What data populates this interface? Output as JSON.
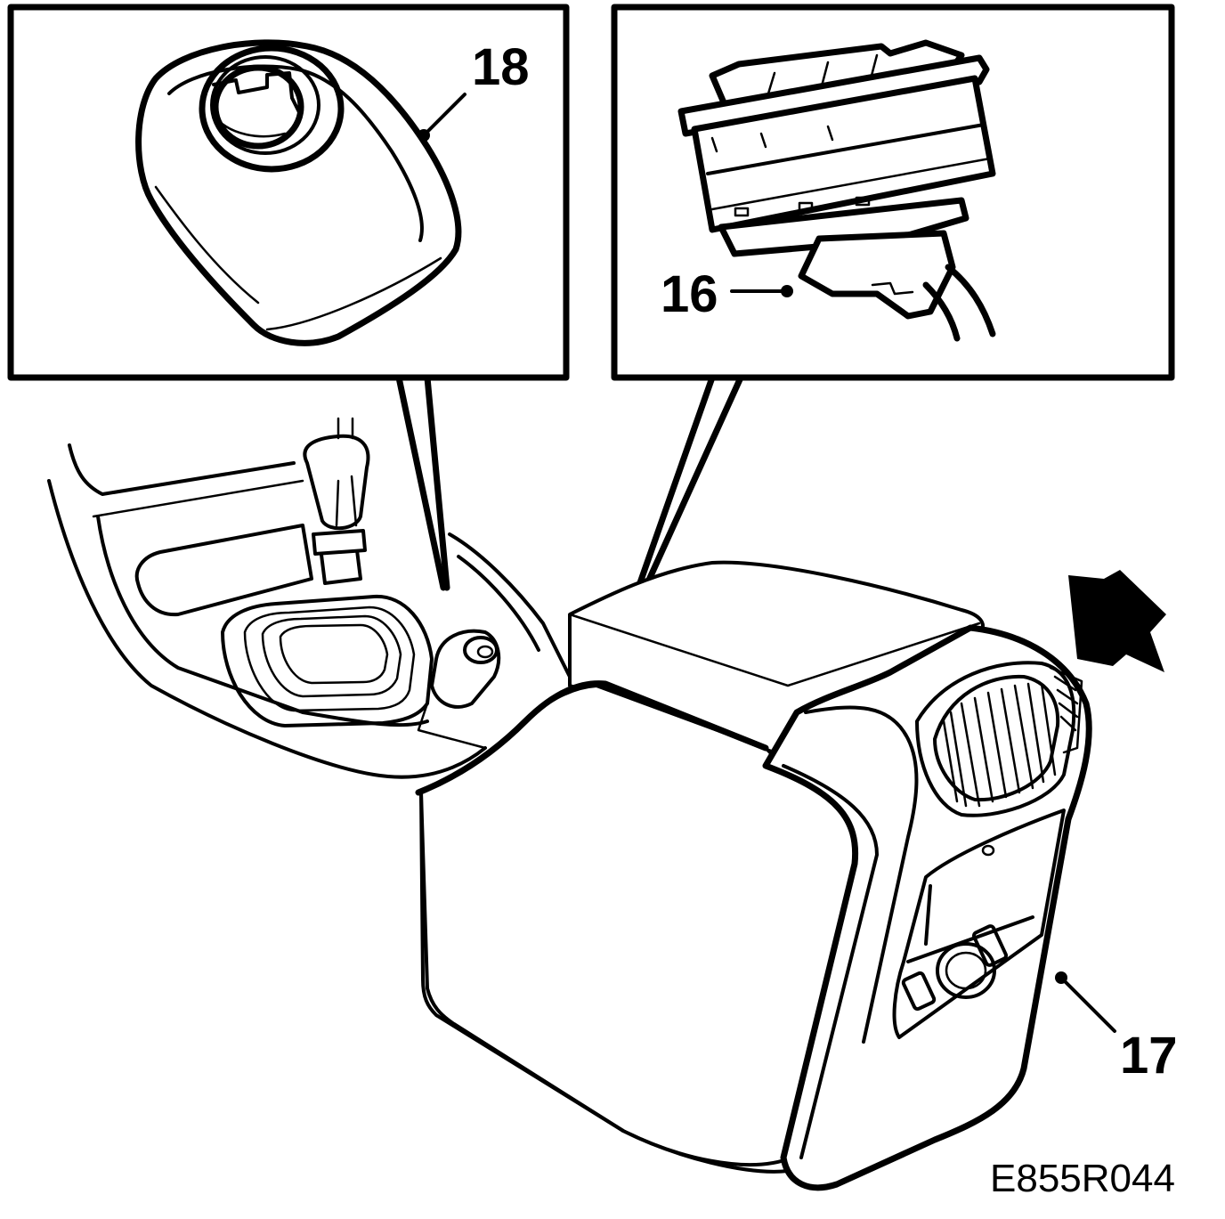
{
  "diagram": {
    "callouts": {
      "c18": "18",
      "c16": "16",
      "c17": "17"
    },
    "figure_id": "E855R044",
    "colors": {
      "line": "#000000",
      "background": "#ffffff"
    }
  }
}
